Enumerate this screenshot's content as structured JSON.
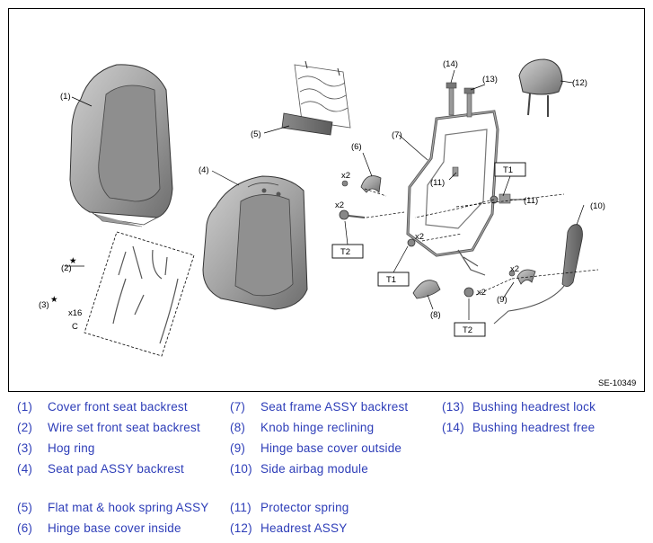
{
  "figure": {
    "code": "SE-10349",
    "callouts": {
      "c1": "(1)",
      "c2": "(2)",
      "c3": "(3)",
      "c4": "(4)",
      "c5": "(5)",
      "c6": "(6)",
      "c7": "(7)",
      "c8": "(8)",
      "c9": "(9)",
      "c10": "(10)",
      "c11a": "(11)",
      "c11b": "(11)",
      "c12": "(12)",
      "c13": "(13)",
      "c14": "(14)"
    },
    "quantities": {
      "x16": "x16",
      "x2a": "x2",
      "x2b": "x2",
      "x2c": "x2",
      "x2d": "x2",
      "x2e": "x2"
    },
    "torque": {
      "t1a": "T1",
      "t1b": "T1",
      "t2a": "T2",
      "t2b": "T2"
    },
    "stars": {
      "s1": "★",
      "s2": "★"
    }
  },
  "legend": [
    {
      "num": "(1)",
      "text": "Cover front seat backrest"
    },
    {
      "num": "(2)",
      "text": "Wire set front seat backrest"
    },
    {
      "num": "(3)",
      "text": "Hog ring"
    },
    {
      "num": "(4)",
      "text": "Seat pad ASSY backrest"
    },
    {
      "num": "(5)",
      "text": "Flat mat & hook spring ASSY"
    },
    {
      "num": "(6)",
      "text": "Hinge base cover inside"
    },
    {
      "num": "(7)",
      "text": "Seat frame ASSY backrest"
    },
    {
      "num": "(8)",
      "text": "Knob hinge reclining"
    },
    {
      "num": "(9)",
      "text": "Hinge base cover outside"
    },
    {
      "num": "(10)",
      "text": "Side airbag module"
    },
    {
      "num": "(11)",
      "text": "Protector spring"
    },
    {
      "num": "(12)",
      "text": "Headrest ASSY"
    },
    {
      "num": "(13)",
      "text": "Bushing headrest lock"
    },
    {
      "num": "(14)",
      "text": "Bushing headrest free"
    }
  ],
  "colors": {
    "legend_text": "#2d3db8",
    "part_fill": "#a7a7a7",
    "part_dark": "#6f6f6f"
  }
}
